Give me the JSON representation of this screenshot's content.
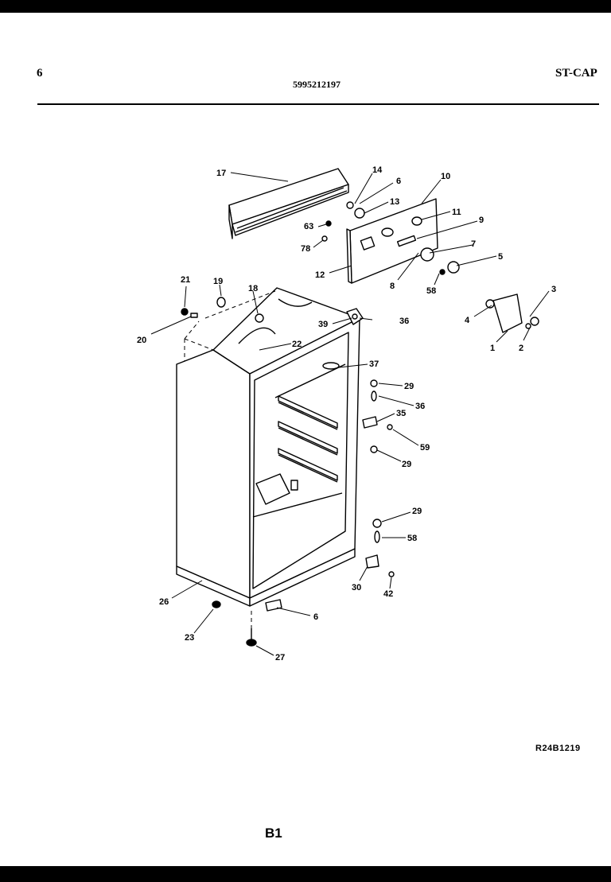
{
  "header": {
    "page_number": "6",
    "model_code": "ST-CAP",
    "part_number": "5995212197"
  },
  "footer": {
    "reference_code": "R24B1219",
    "page_label": "B1"
  },
  "callouts": {
    "c17": "17",
    "c14": "14",
    "c6a": "6",
    "c13": "13",
    "c10": "10",
    "c11": "11",
    "c63": "63",
    "c9": "9",
    "c7": "7",
    "c78": "78",
    "c5": "5",
    "c12": "12",
    "c8": "8",
    "c58a": "58",
    "c3": "3",
    "c4": "4",
    "c2": "2",
    "c1": "1",
    "c21": "21",
    "c19": "19",
    "c18": "18",
    "c20": "20",
    "c39": "39",
    "c36a": "36",
    "c22": "22",
    "c37": "37",
    "c29a": "29",
    "c36b": "36",
    "c35": "35",
    "c59": "59",
    "c29b": "29",
    "c29c": "29",
    "c58b": "58",
    "c30": "30",
    "c42": "42",
    "c26": "26",
    "c6b": "6",
    "c23": "23",
    "c27": "27"
  }
}
